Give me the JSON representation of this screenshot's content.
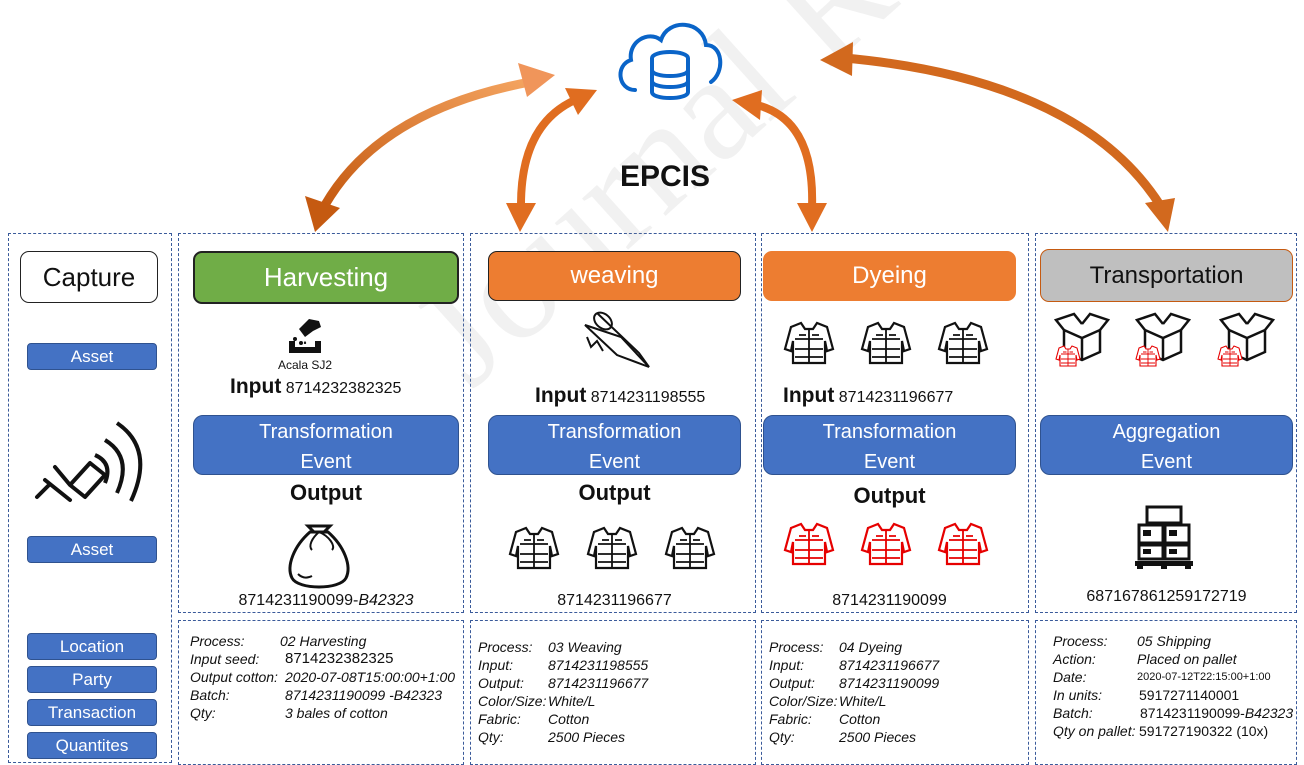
{
  "center": {
    "title": "EPCIS"
  },
  "watermark": "Journal Review",
  "colors": {
    "orange": "#ed7d31",
    "orange_dark": "#c55a11",
    "green": "#70ad47",
    "blue": "#4472c4",
    "gray": "#bfbfbf"
  },
  "capture": {
    "title": "Capture",
    "asset_top": "Asset",
    "asset_bottom": "Asset",
    "items": [
      "Location",
      "Party",
      "Transaction",
      "Quantites"
    ]
  },
  "harvesting": {
    "title": "Harvesting",
    "seed_label": "Acala SJ2",
    "input_label": "Input",
    "input_code": "8714232382325",
    "event_line1": "Transformation",
    "event_line2": "Event",
    "output_label": "Output",
    "output_code_main": "8714231190099-",
    "output_code_batch": "B42323",
    "info": [
      {
        "key": "Process:",
        "val": "02 Harvesting"
      },
      {
        "key": "Input seed:",
        "val": "8714232382325"
      },
      {
        "key": "Output cotton:",
        "val": "2020-07-08T15:00:00+1:00"
      },
      {
        "key": "Batch:",
        "val": "8714231190099 -B42323"
      },
      {
        "key": "Qty:",
        "val": "3 bales of cotton"
      }
    ]
  },
  "weaving": {
    "title": "weaving",
    "input_label": "Input",
    "input_code": "8714231198555",
    "event_line1": "Transformation",
    "event_line2": "Event",
    "output_label": "Output",
    "output_code": "8714231196677",
    "info": [
      {
        "key": "Process:",
        "val": "03 Weaving"
      },
      {
        "key": "Input:",
        "val": "8714231198555"
      },
      {
        "key": "Output:",
        "val": "8714231196677"
      },
      {
        "key": "Color/Size:",
        "val": "White/L"
      },
      {
        "key": "Fabric:",
        "val": "Cotton"
      },
      {
        "key": "Qty:",
        "val": "2500 Pieces"
      }
    ]
  },
  "dyeing": {
    "title": "Dyeing",
    "input_label": "Input",
    "input_code": "8714231196677",
    "event_line1": "Transformation",
    "event_line2": "Event",
    "output_label": "Output",
    "output_code": "8714231190099",
    "info": [
      {
        "key": "Process:",
        "val": "04 Dyeing"
      },
      {
        "key": "Input:",
        "val": "8714231196677"
      },
      {
        "key": "Output:",
        "val": "8714231190099"
      },
      {
        "key": "Color/Size:",
        "val": "White/L"
      },
      {
        "key": "Fabric:",
        "val": "Cotton"
      },
      {
        "key": "Qty:",
        "val": "2500 Pieces"
      }
    ]
  },
  "transportation": {
    "title": "Transportation",
    "event_line1": "Aggregation",
    "event_line2": "Event",
    "output_code": "687167861259172719",
    "info": [
      {
        "key": "Process:",
        "val": "05 Shipping"
      },
      {
        "key": "Action:",
        "val": "Placed on pallet"
      },
      {
        "key": "Date:",
        "val": "2020-07-12T22:15:00+1:00"
      },
      {
        "key": "In units:",
        "val": "5917271140001"
      },
      {
        "key": "Batch:",
        "val": "8714231190099-",
        "val2": "B42323"
      },
      {
        "key": "Qty on pallet:",
        "val": "591727190322 (10x)"
      }
    ]
  }
}
